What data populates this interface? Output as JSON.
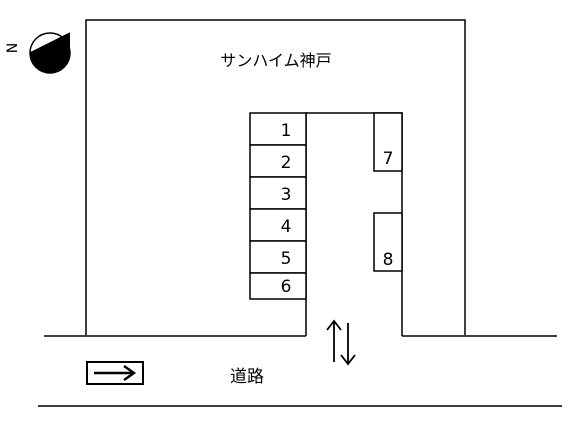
{
  "building": {
    "name": "サンハイム神戸"
  },
  "road": {
    "label": "道路"
  },
  "compass": {
    "north_label": "N"
  },
  "parking": {
    "left_column": [
      "1",
      "2",
      "3",
      "4",
      "5",
      "6"
    ],
    "right_column": [
      "7",
      "8"
    ]
  },
  "icons": {
    "compass": "north-compass-icon",
    "entrance": "two-way-arrow-icon",
    "direction": "one-way-right-arrow-icon"
  },
  "colors": {
    "line": "#000000",
    "background": "#ffffff"
  }
}
